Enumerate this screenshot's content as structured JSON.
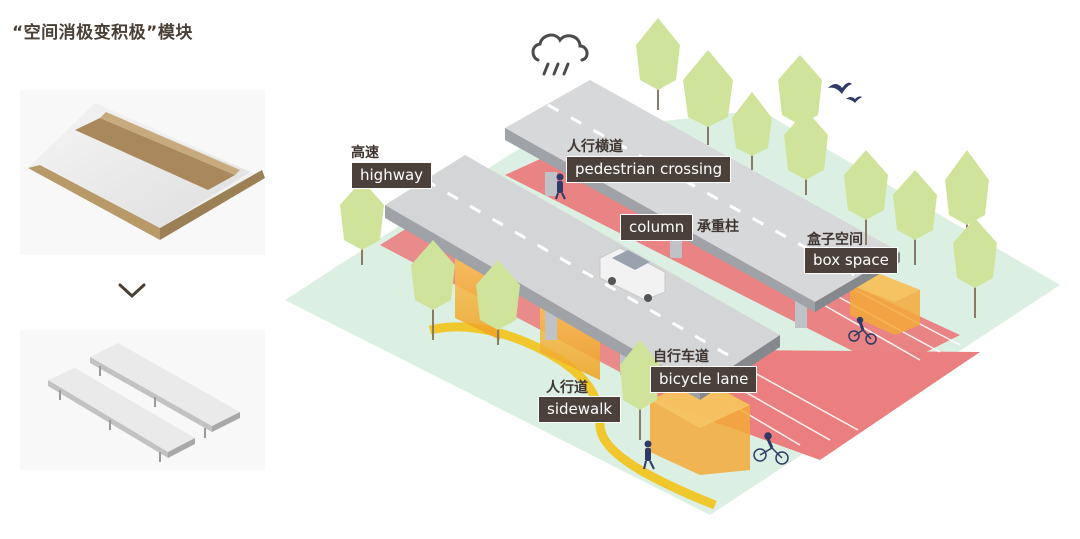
{
  "title": "“空间消极变积极”模块",
  "labels": {
    "highway": {
      "cn": "高速",
      "en": "highway"
    },
    "pedestrian_crossing": {
      "cn": "人行横道",
      "en": "pedestrian crossing"
    },
    "column": {
      "cn": "承重柱",
      "en": "column"
    },
    "box_space": {
      "cn": "盒子空间",
      "en": "box space"
    },
    "bicycle_lane": {
      "cn": "自行车道",
      "en": "bicycle lane"
    },
    "sidewalk": {
      "cn": "人行道",
      "en": "sidewalk"
    }
  },
  "colors": {
    "ground": "#d9efe0",
    "road_deck": "#d6d6d8",
    "bike_lane": "#ea8383",
    "box": "#f4b233",
    "path": "#f2c21a",
    "tree": "#cfe39a",
    "label_bg": "#4b413a",
    "title": "#4a3f35"
  },
  "icons": [
    "rain-cloud-icon",
    "birds-icon",
    "chevron-down-icon",
    "car-icon",
    "pedestrian-icon",
    "cyclist-icon"
  ]
}
